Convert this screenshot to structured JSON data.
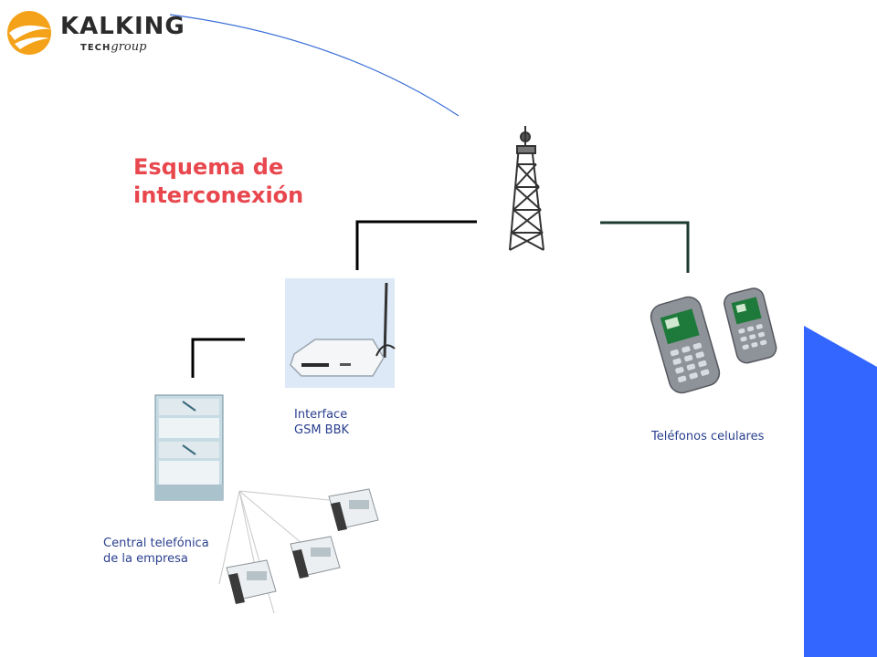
{
  "header": {
    "brand_name": "KALKING",
    "brand_sub_prefix": "TECH",
    "brand_sub_script": "group",
    "accent_color": "#f4a21a",
    "side_band_color": "#3366ff",
    "arc_color": "#3a6fd8"
  },
  "slide": {
    "title": "Esquema de interconexión",
    "title_color": "#e8474e"
  },
  "diagram": {
    "interface_label": [
      "Interface",
      "GSM BBK"
    ],
    "phones_label": "Teléfonos celulares",
    "central_label": [
      "Central telefónica",
      "de la empresa"
    ]
  }
}
